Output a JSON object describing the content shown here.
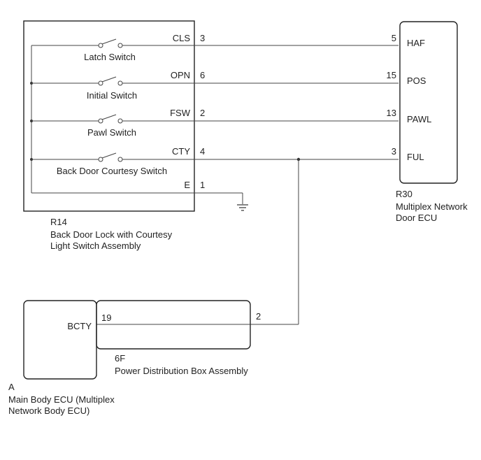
{
  "r14": {
    "code": "R14",
    "name_line1": "Back Door Lock with Courtesy",
    "name_line2": "Light Switch Assembly",
    "switches": [
      {
        "label": "Latch Switch",
        "terminal": "CLS",
        "pin": "3"
      },
      {
        "label": "Initial Switch",
        "terminal": "OPN",
        "pin": "6"
      },
      {
        "label": "Pawl Switch",
        "terminal": "FSW",
        "pin": "2"
      },
      {
        "label": "Back Door Courtesy Switch",
        "terminal": "CTY",
        "pin": "4"
      }
    ],
    "ground_terminal": "E",
    "ground_pin": "1"
  },
  "r30": {
    "code": "R30",
    "name_line1": "Multiplex Network",
    "name_line2": "Door ECU",
    "terminals": [
      {
        "name": "HAF",
        "pin": "5"
      },
      {
        "name": "POS",
        "pin": "15"
      },
      {
        "name": "PAWL",
        "pin": "13"
      },
      {
        "name": "FUL",
        "pin": "3"
      }
    ]
  },
  "junction": {
    "connector": "6F",
    "name": "Power Distribution Box Assembly",
    "in_pin": "19",
    "out_pin": "2"
  },
  "main_ecu": {
    "code": "A",
    "name_line1": "Main Body ECU (Multiplex",
    "name_line2": "Network Body ECU)",
    "terminal": "BCTY"
  }
}
